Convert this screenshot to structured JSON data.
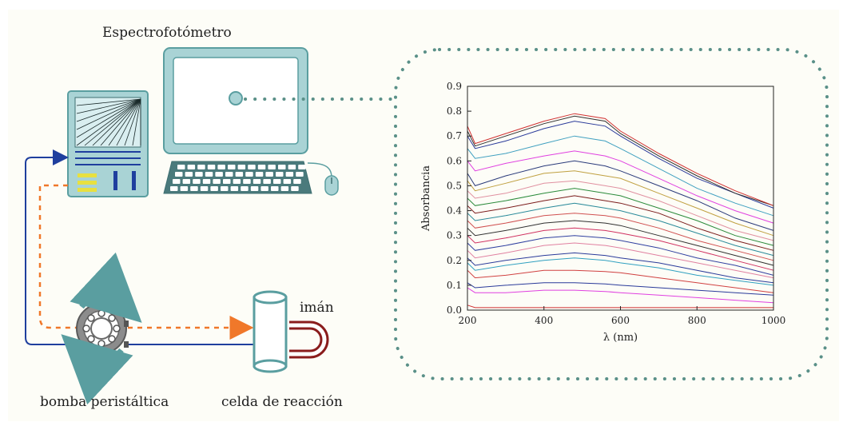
{
  "labels": {
    "spectrophotometer": "Espectrofotómetro",
    "pump": "bomba peristáltica",
    "cell": "celda de reacción",
    "magnet": "imán"
  },
  "colors": {
    "teal": "#5a9ea0",
    "teal_light": "#a9d3d5",
    "teal_dark": "#3e6f71",
    "blue_line": "#1f3f9e",
    "orange_dash": "#f0782a",
    "magnet_red": "#8a1c1c",
    "dots": "#5a9088"
  },
  "chart_data": {
    "type": "line",
    "xlabel": "λ (nm)",
    "ylabel": "Absorbancia",
    "xlim": [
      200,
      1000
    ],
    "ylim": [
      0,
      0.9
    ],
    "xticks": [
      "200",
      "400",
      "600",
      "800",
      "1000"
    ],
    "yticks": [
      "0.0",
      "0.1",
      "0.2",
      "0.3",
      "0.4",
      "0.5",
      "0.6",
      "0.7",
      "0.8",
      "0.9"
    ],
    "x": [
      200,
      220,
      300,
      400,
      480,
      560,
      600,
      700,
      800,
      900,
      1000
    ],
    "series": [
      {
        "color": "#d03030",
        "values": [
          0.02,
          0.01,
          0.01,
          0.01,
          0.01,
          0.01,
          0.01,
          0.01,
          0.01,
          0.01,
          0.01
        ]
      },
      {
        "color": "#e040e0",
        "values": [
          0.09,
          0.07,
          0.07,
          0.08,
          0.08,
          0.075,
          0.07,
          0.06,
          0.05,
          0.04,
          0.03
        ]
      },
      {
        "color": "#2a3a9a",
        "values": [
          0.11,
          0.09,
          0.1,
          0.11,
          0.11,
          0.105,
          0.1,
          0.09,
          0.08,
          0.07,
          0.06
        ]
      },
      {
        "color": "#d04040",
        "values": [
          0.16,
          0.13,
          0.14,
          0.16,
          0.16,
          0.155,
          0.15,
          0.13,
          0.11,
          0.09,
          0.07
        ]
      },
      {
        "color": "#30a0c0",
        "values": [
          0.19,
          0.16,
          0.18,
          0.2,
          0.21,
          0.2,
          0.19,
          0.17,
          0.14,
          0.12,
          0.1
        ]
      },
      {
        "color": "#2a3a9a",
        "values": [
          0.21,
          0.18,
          0.2,
          0.22,
          0.23,
          0.22,
          0.21,
          0.19,
          0.16,
          0.13,
          0.11
        ]
      },
      {
        "color": "#e080a0",
        "values": [
          0.24,
          0.21,
          0.23,
          0.26,
          0.27,
          0.26,
          0.25,
          0.22,
          0.19,
          0.16,
          0.13
        ]
      },
      {
        "color": "#3040a0",
        "values": [
          0.27,
          0.24,
          0.26,
          0.29,
          0.3,
          0.29,
          0.28,
          0.25,
          0.21,
          0.18,
          0.14
        ]
      },
      {
        "color": "#d03060",
        "values": [
          0.3,
          0.27,
          0.29,
          0.32,
          0.33,
          0.32,
          0.31,
          0.28,
          0.24,
          0.2,
          0.16
        ]
      },
      {
        "color": "#303030",
        "values": [
          0.33,
          0.3,
          0.32,
          0.35,
          0.36,
          0.35,
          0.34,
          0.3,
          0.26,
          0.22,
          0.18
        ]
      },
      {
        "color": "#d05050",
        "values": [
          0.36,
          0.33,
          0.35,
          0.38,
          0.39,
          0.38,
          0.37,
          0.33,
          0.28,
          0.24,
          0.2
        ]
      },
      {
        "color": "#2a8a9a",
        "values": [
          0.39,
          0.36,
          0.38,
          0.41,
          0.43,
          0.41,
          0.4,
          0.36,
          0.31,
          0.26,
          0.22
        ]
      },
      {
        "color": "#7a1a1a",
        "values": [
          0.42,
          0.39,
          0.41,
          0.44,
          0.46,
          0.44,
          0.43,
          0.39,
          0.33,
          0.28,
          0.24
        ]
      },
      {
        "color": "#2a8a3a",
        "values": [
          0.45,
          0.42,
          0.44,
          0.47,
          0.49,
          0.47,
          0.46,
          0.41,
          0.36,
          0.3,
          0.26
        ]
      },
      {
        "color": "#e090a0",
        "values": [
          0.48,
          0.45,
          0.47,
          0.51,
          0.52,
          0.5,
          0.49,
          0.44,
          0.38,
          0.32,
          0.28
        ]
      },
      {
        "color": "#c0a040",
        "values": [
          0.52,
          0.48,
          0.51,
          0.55,
          0.56,
          0.54,
          0.53,
          0.47,
          0.41,
          0.35,
          0.3
        ]
      },
      {
        "color": "#2a3a7a",
        "values": [
          0.55,
          0.5,
          0.54,
          0.58,
          0.6,
          0.58,
          0.56,
          0.5,
          0.44,
          0.37,
          0.32
        ]
      },
      {
        "color": "#e040e0",
        "values": [
          0.6,
          0.56,
          0.59,
          0.62,
          0.64,
          0.62,
          0.6,
          0.53,
          0.46,
          0.4,
          0.35
        ]
      },
      {
        "color": "#40a0c0",
        "values": [
          0.65,
          0.61,
          0.63,
          0.67,
          0.7,
          0.68,
          0.65,
          0.57,
          0.49,
          0.43,
          0.38
        ]
      },
      {
        "color": "#2a3a9a",
        "values": [
          0.7,
          0.65,
          0.68,
          0.73,
          0.76,
          0.74,
          0.7,
          0.61,
          0.53,
          0.47,
          0.41
        ]
      },
      {
        "color": "#303030",
        "values": [
          0.72,
          0.66,
          0.7,
          0.75,
          0.78,
          0.76,
          0.71,
          0.62,
          0.54,
          0.47,
          0.42
        ]
      },
      {
        "color": "#d03030",
        "values": [
          0.74,
          0.67,
          0.71,
          0.76,
          0.79,
          0.77,
          0.72,
          0.63,
          0.55,
          0.48,
          0.42
        ]
      }
    ]
  }
}
